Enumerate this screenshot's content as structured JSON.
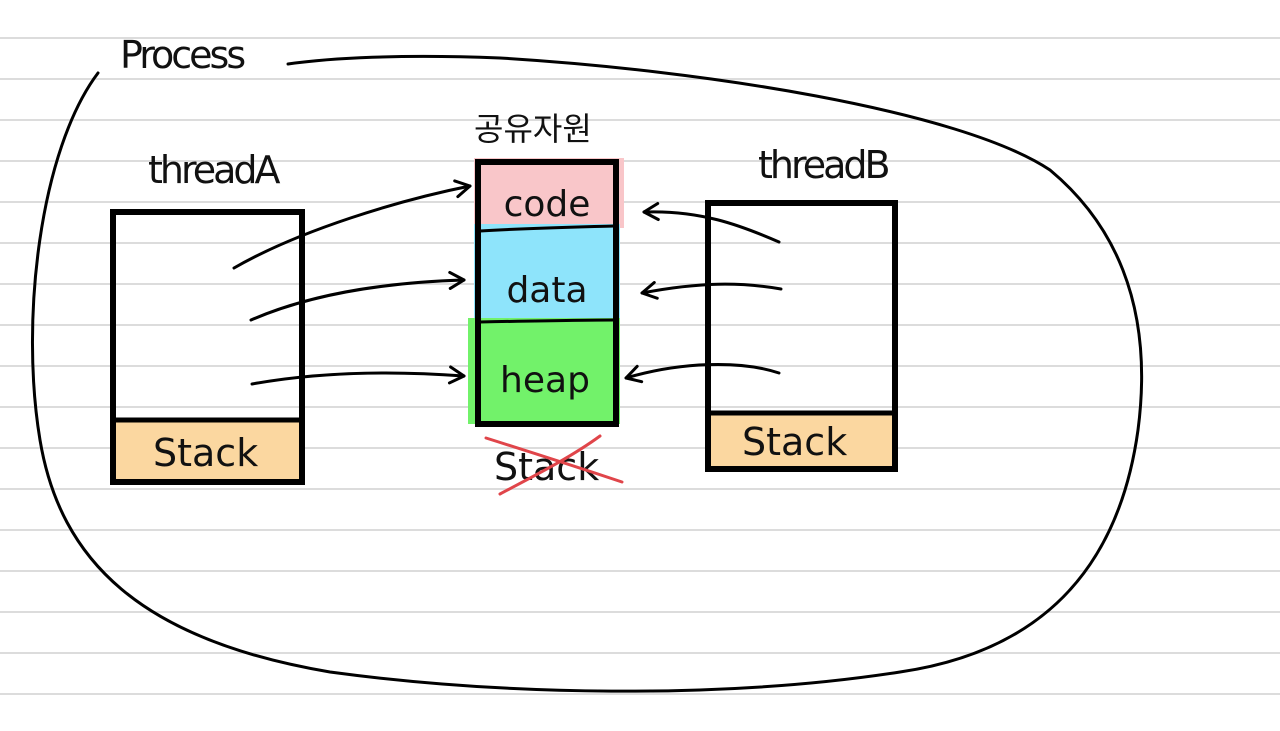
{
  "process": {
    "label": "Process"
  },
  "thread_a": {
    "title": "threadA",
    "stack_label": "Stack"
  },
  "thread_b": {
    "title": "threadB",
    "stack_label": "Stack"
  },
  "shared": {
    "title": "공유자원",
    "segments": [
      {
        "label": "code",
        "color": "#f9c6c9"
      },
      {
        "label": "data",
        "color": "#8ee4fb"
      },
      {
        "label": "heap",
        "color": "#72f26a"
      }
    ],
    "excluded_label": "Stack",
    "excluded_mark_color": "#e0454a"
  },
  "colors": {
    "stack_fill": "#fbd7a0",
    "ink": "#000000"
  }
}
